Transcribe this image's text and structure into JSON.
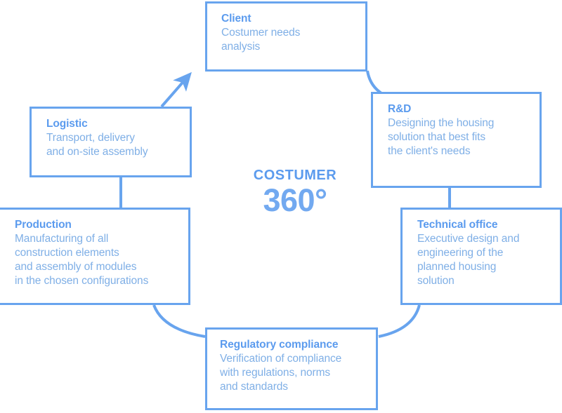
{
  "diagram": {
    "center": {
      "top_label": "COSTUMER",
      "big_label": "360°"
    },
    "accent_color": "#68a4ee",
    "title_color": "#5b9bee",
    "body_color": "#7fafe6",
    "nodes": [
      {
        "id": "client",
        "title": "Client",
        "desc": "Costumer needs\nanalysis"
      },
      {
        "id": "rnd",
        "title": "R&D",
        "desc": "Designing the housing\nsolution that best fits\nthe client's needs"
      },
      {
        "id": "technical",
        "title": "Technical office",
        "desc": "Executive design and\nengineering of the\nplanned housing\nsolution"
      },
      {
        "id": "regulatory",
        "title": "Regulatory compliance",
        "desc": "Verification of compliance\nwith regulations, norms\nand standards"
      },
      {
        "id": "production",
        "title": "Production",
        "desc": "Manufacturing of all\nconstruction elements\nand assembly of modules\nin the chosen configurations"
      },
      {
        "id": "logistic",
        "title": "Logistic",
        "desc": "Transport, delivery\nand on-site assembly"
      }
    ],
    "connectors": [
      {
        "id": "client-to-rnd",
        "from": "client",
        "to": "rnd",
        "arrow": false
      },
      {
        "id": "rnd-to-technical",
        "from": "rnd",
        "to": "technical",
        "arrow": false
      },
      {
        "id": "technical-to-regulatory",
        "from": "technical",
        "to": "regulatory",
        "arrow": false
      },
      {
        "id": "regulatory-to-production",
        "from": "regulatory",
        "to": "production",
        "arrow": false
      },
      {
        "id": "production-to-logistic",
        "from": "production",
        "to": "logistic",
        "arrow": false
      },
      {
        "id": "logistic-to-client",
        "from": "logistic",
        "to": "client",
        "arrow": true
      }
    ]
  }
}
